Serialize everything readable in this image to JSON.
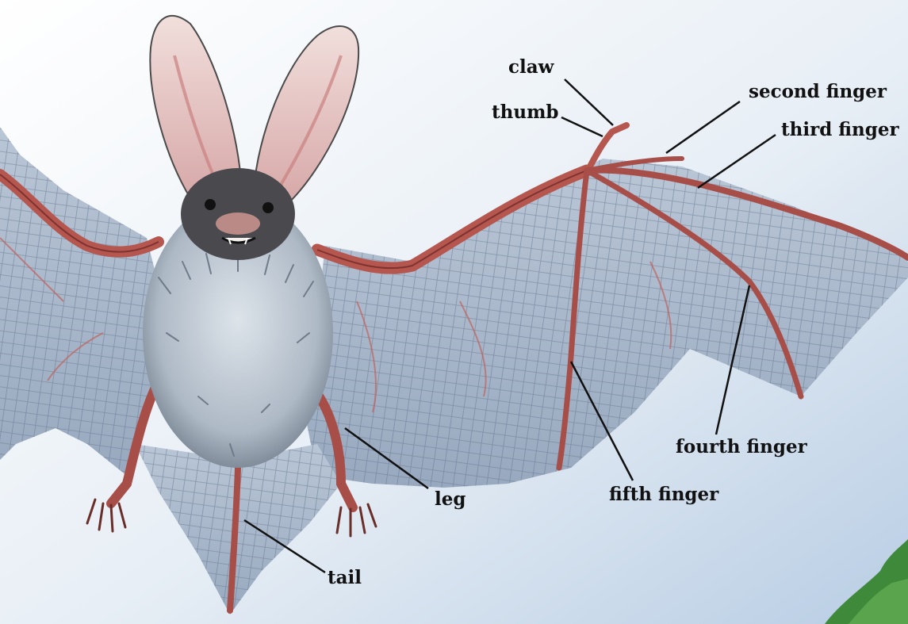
{
  "diagram": {
    "labels": {
      "claw": "claw",
      "thumb": "thumb",
      "second_finger": "second finger",
      "third_finger": "third finger",
      "fourth_finger": "fourth finger",
      "fifth_finger": "fifth finger",
      "leg": "leg",
      "tail": "tail"
    }
  },
  "colors": {
    "sky_top": "#ffffff",
    "sky_bottom": "#b8cde4",
    "membrane": "#a9b8cc",
    "bone": "#b5564f",
    "fur": "#c7d0da",
    "ear": "#e7c6c5",
    "foliage": "#3f8a3a"
  }
}
